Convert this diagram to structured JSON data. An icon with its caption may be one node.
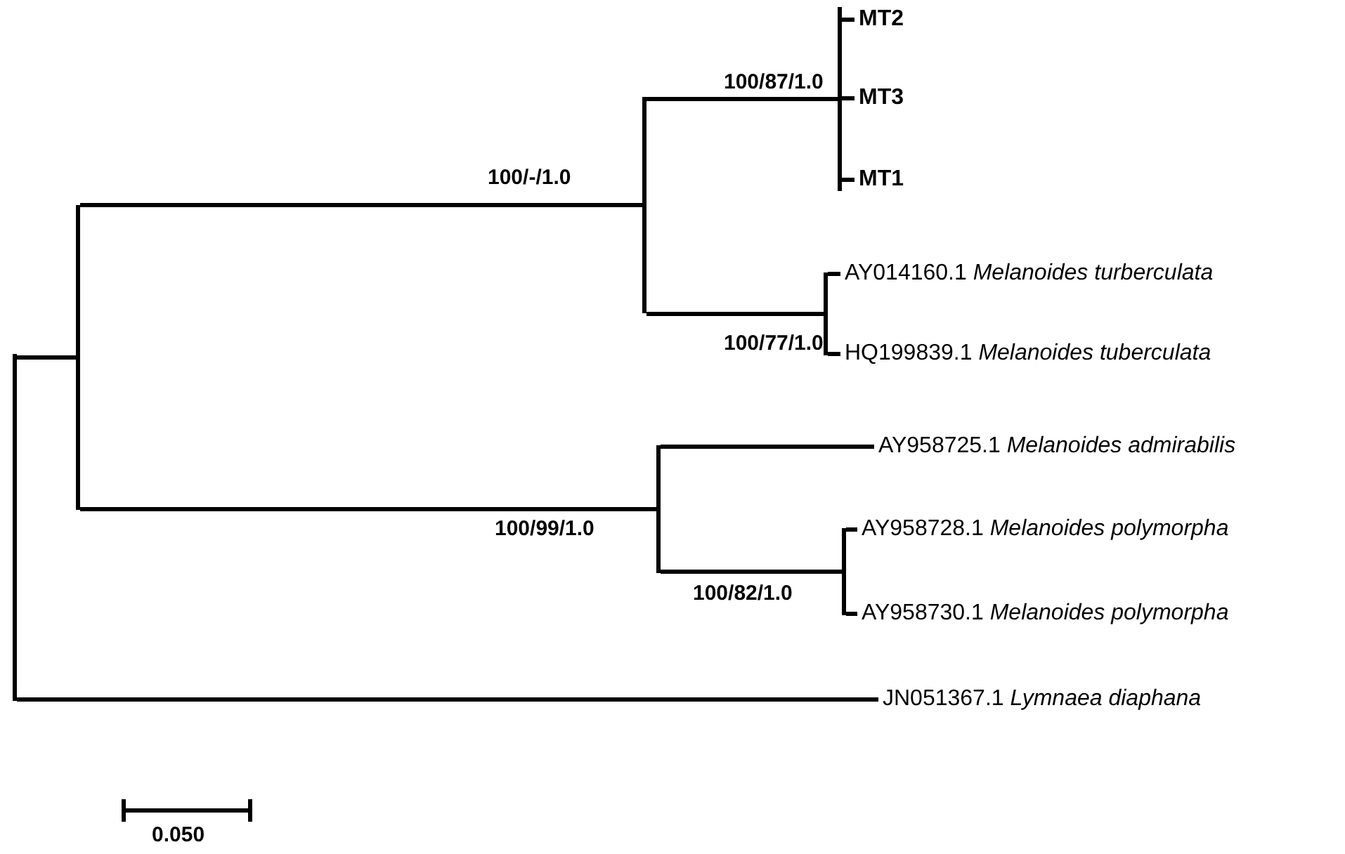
{
  "diagram": {
    "nodes": [
      {
        "text": [],
        "shape": "bar"
      },
      {
        "text": [],
        "shape": "bar"
      },
      {
        "text": [],
        "shape": "bar"
      },
      {
        "text": [],
        "shape": "bar"
      },
      {
        "text": [
          "MT2"
        ]
      },
      {
        "text": [
          "MT3"
        ]
      },
      {
        "text": [
          "MT1"
        ]
      },
      {
        "text": [],
        "shape": "bar"
      },
      {
        "text": [
          "AY014160.1 *Melanoides turberculata*"
        ]
      },
      {
        "text": [
          "HQ199839.1 *Melanoides tuberculata*"
        ]
      },
      {
        "text": [],
        "shape": "bar"
      },
      {
        "text": [
          "AY958725.1 *Melanoides admirabilis*"
        ]
      },
      {
        "text": [],
        "shape": "bar"
      },
      {
        "text": [
          "AY958728.1 *Melanoides polymorpha*"
        ]
      },
      {
        "text": [
          "AY958730.1 *Melanoides polymorpha*"
        ]
      },
      {
        "text": [
          "JN051367.1 *Lymnaea diaphana*"
        ]
      }
    ],
    "edges": [
      {
        "from": 0,
        "to": 1,
        "arrow": "none"
      },
      {
        "from": 0,
        "to": 15,
        "arrow": "none"
      },
      {
        "from": 1,
        "to": 2,
        "arrow": "none"
      },
      {
        "from": 1,
        "to": 10,
        "arrow": "none"
      },
      {
        "from": 2,
        "to": 3,
        "arrow": "none"
      },
      {
        "from": 2,
        "to": 7,
        "arrow": "none"
      },
      {
        "from": 3,
        "to": 4,
        "arrow": "none"
      },
      {
        "from": 3,
        "to": 5,
        "arrow": "none"
      },
      {
        "from": 3,
        "to": 6,
        "arrow": "none"
      },
      {
        "from": 7,
        "to": 8,
        "arrow": "none"
      },
      {
        "from": 7,
        "to": 9,
        "arrow": "none"
      },
      {
        "from": 10,
        "to": 11,
        "arrow": "none"
      },
      {
        "from": 10,
        "to": 12,
        "arrow": "none"
      },
      {
        "from": 12,
        "to": 13,
        "arrow": "none"
      },
      {
        "from": 12,
        "to": 14,
        "arrow": "none"
      }
    ],
    "labels": [
      "100/87/1.0",
      "100/-/1.0",
      "100/77/1.0",
      "100/99/1.0",
      "100/82/1.0",
      "0.050"
    ]
  }
}
